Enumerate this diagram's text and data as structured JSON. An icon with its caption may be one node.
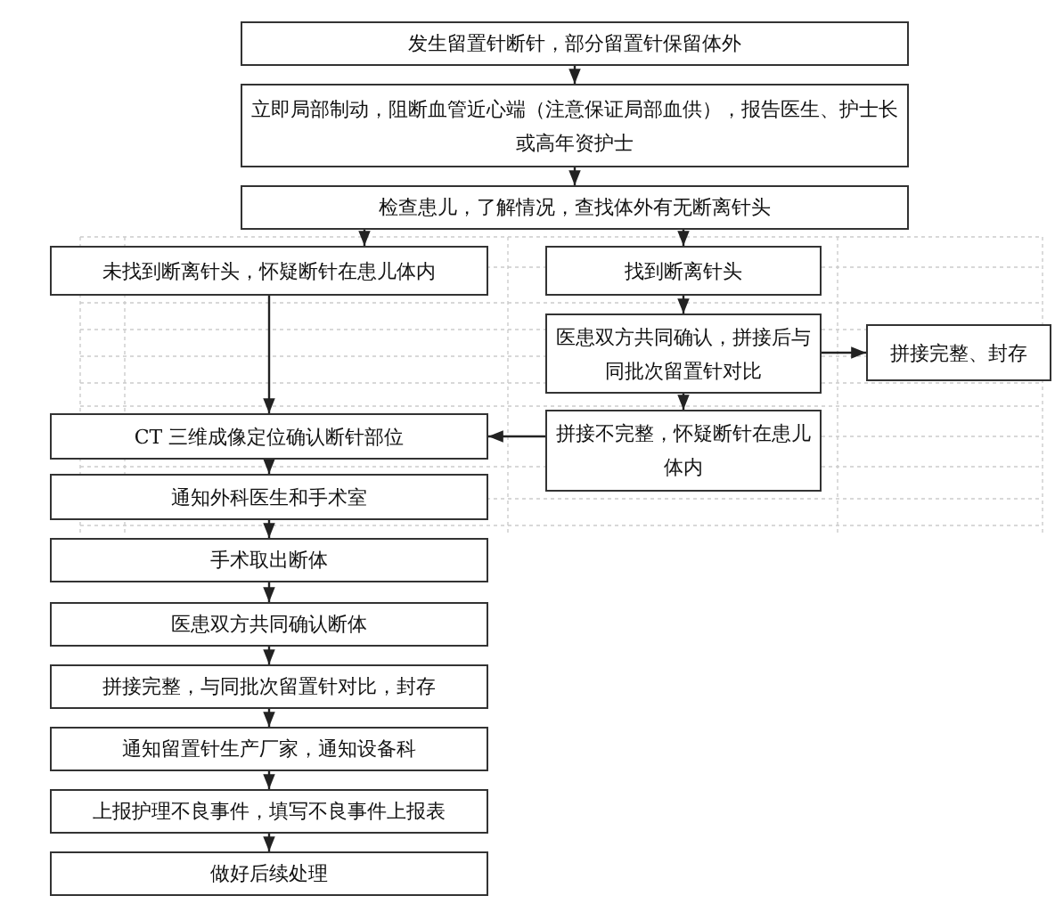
{
  "diagram": {
    "nodes": [
      {
        "text": [
          "发生留置针断针，部分留置针保留体外"
        ]
      },
      {
        "text": [
          "立即局部制动，阻断血管近心端（注意保证局部血供），报告医生、护士长或高年资护士"
        ]
      },
      {
        "text": [
          "检查患儿，了解情况，查找体外有无断离针头"
        ]
      },
      {
        "text": [
          "未找到断离针头，怀疑断针在患儿体内"
        ]
      },
      {
        "text": [
          "找到断离针头"
        ]
      },
      {
        "text": [
          "医患双方共同确认，拼接后与同批次留置针对比"
        ]
      },
      {
        "text": [
          "拼接完整、封存"
        ]
      },
      {
        "text": [
          "拼接不完整，怀疑断针在患儿体内"
        ]
      },
      {
        "text": [
          "CT 三维成像定位确认断针部位"
        ]
      },
      {
        "text": [
          "通知外科医生和手术室"
        ]
      },
      {
        "text": [
          "手术取出断体"
        ]
      },
      {
        "text": [
          "医患双方共同确认断体"
        ]
      },
      {
        "text": [
          "拼接完整，与同批次留置针对比，封存"
        ]
      },
      {
        "text": [
          "通知留置针生产厂家，通知设备科"
        ]
      },
      {
        "text": [
          "上报护理不良事件，填写不良事件上报表"
        ]
      },
      {
        "text": [
          "做好后续处理"
        ]
      }
    ],
    "edges": [
      {
        "from": 0,
        "to": 1,
        "arrow": "to"
      },
      {
        "from": 1,
        "to": 2,
        "arrow": "to"
      },
      {
        "from": 2,
        "to": 3,
        "arrow": "to"
      },
      {
        "from": 2,
        "to": 4,
        "arrow": "to"
      },
      {
        "from": 3,
        "to": 8,
        "arrow": "to"
      },
      {
        "from": 4,
        "to": 5,
        "arrow": "to"
      },
      {
        "from": 5,
        "to": 6,
        "arrow": "to"
      },
      {
        "from": 5,
        "to": 7,
        "arrow": "to"
      },
      {
        "from": 7,
        "to": 8,
        "arrow": "to"
      },
      {
        "from": 8,
        "to": 9,
        "arrow": "to"
      },
      {
        "from": 9,
        "to": 10,
        "arrow": "to"
      },
      {
        "from": 10,
        "to": 11,
        "arrow": "to"
      },
      {
        "from": 11,
        "to": 12,
        "arrow": "to"
      },
      {
        "from": 12,
        "to": 13,
        "arrow": "to"
      },
      {
        "from": 13,
        "to": 14,
        "arrow": "to"
      },
      {
        "from": 14,
        "to": 15,
        "arrow": "to"
      }
    ]
  }
}
